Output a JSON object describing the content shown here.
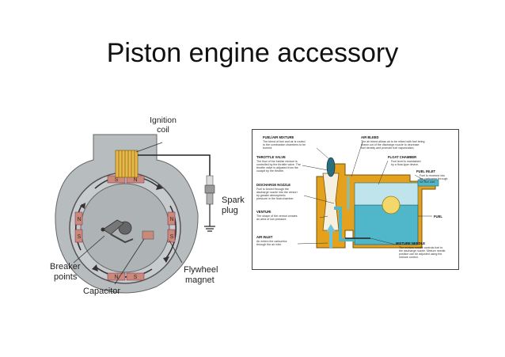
{
  "slide": {
    "title": "Piston engine accessory"
  },
  "ignition_diagram": {
    "labels": {
      "ignition_coil_1": "Ignition",
      "ignition_coil_2": "coil",
      "spark_plug_1": "Spark",
      "spark_plug_2": "plug",
      "breaker_points_1": "Breaker",
      "breaker_points_2": "points",
      "capacitor": "Capacitor",
      "flywheel_magnet_1": "Flywheel",
      "flywheel_magnet_2": "magnet"
    },
    "pole_letters": [
      "S",
      "N",
      "N",
      "S",
      "N",
      "S",
      "N",
      "S"
    ],
    "colors": {
      "housing": "#b7bcbf",
      "rotor": "#9aa0a3",
      "magnet_pad": "#c98a7a",
      "coil": "#e8b84a",
      "arrow": "#333333"
    }
  },
  "carburetor_diagram": {
    "callouts": {
      "fuel_air_mixture": {
        "title": "FUEL/AIR MIXTURE",
        "lines": [
          "The blend of fuel and air is routed",
          "to the combustion chambers to be",
          "burned."
        ]
      },
      "throttle_valve": {
        "title": "THROTTLE VALVE",
        "lines": [
          "The flow of the fuel/air mixture is",
          "controlled by the throttle valve. The",
          "throttle valve is adjusted from the",
          "cockpit by the throttle."
        ]
      },
      "discharge_nozzle": {
        "title": "DISCHARGE NOZZLE",
        "lines": [
          "Fuel is forced through the",
          "discharge nozzle into the venturi",
          "by greater atmospheric",
          "pressure in the float chamber."
        ]
      },
      "venturi": {
        "title": "VENTURI",
        "lines": [
          "The shape of the venturi creates",
          "an area of low pressure."
        ]
      },
      "air_inlet": {
        "title": "AIR INLET",
        "lines": [
          "Air enters the carburetor",
          "through the air inlet."
        ]
      },
      "air_bleed": {
        "title": "AIR BLEED",
        "lines": [
          "The air bleed allows air to be mixed with fuel being",
          "drawn out of the discharge nozzle to decrease",
          "fuel density and promote fuel vaporization."
        ]
      },
      "float_chamber": {
        "title": "FLOAT CHAMBER",
        "lines": [
          "Fuel level is maintained",
          "by a float-type device."
        ]
      },
      "fuel_inlet": {
        "title": "FUEL INLET",
        "lines": [
          "Fuel is received into",
          "the carburetor through",
          "the fuel inlet."
        ]
      },
      "fuel": {
        "title": "FUEL",
        "lines": []
      },
      "mixture_needle": {
        "title": "MIXTURE NEEDLE",
        "lines": [
          "The mixture needle controls fuel to",
          "the discharge nozzle. Mixture needle",
          "position can be adjusted using the",
          "mixture control."
        ]
      }
    },
    "colors": {
      "body": "#e3a11d",
      "fuel": "#4fb7c9",
      "float": "#f2d86a",
      "air_arrow": "#6fc3d8"
    }
  }
}
